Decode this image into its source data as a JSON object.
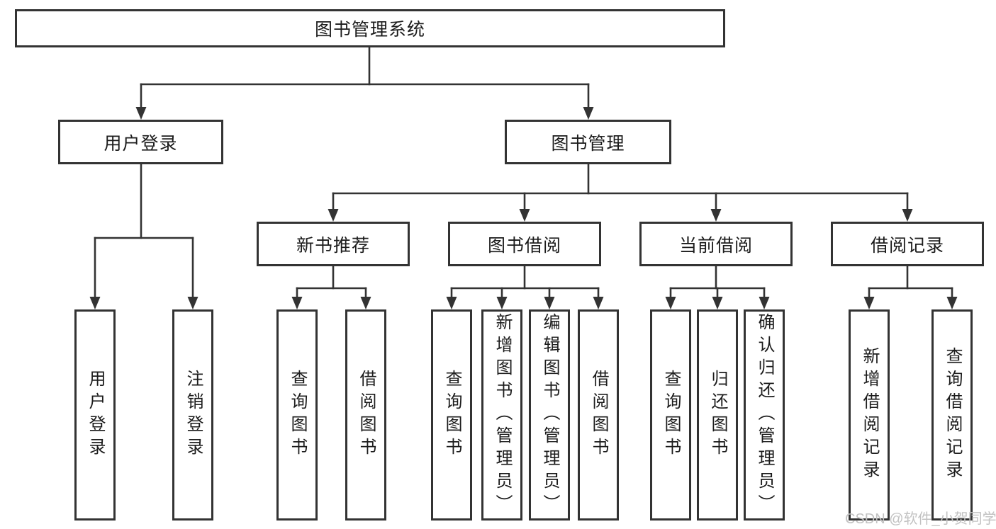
{
  "colors": {
    "line": "#333333",
    "text": "#1c1c1c",
    "watermark": "#c2c2c2",
    "background": "#ffffff"
  },
  "tree": {
    "root": {
      "label": "图书管理系统"
    },
    "branches": [
      {
        "label": "用户登录",
        "children": [
          {
            "label": "用户登录"
          },
          {
            "label": "注销登录"
          }
        ]
      },
      {
        "label": "图书管理",
        "children": [
          {
            "label": "新书推荐",
            "children": [
              {
                "label": "查询图书"
              },
              {
                "label": "借阅图书"
              }
            ]
          },
          {
            "label": "图书借阅",
            "children": [
              {
                "label": "查询图书"
              },
              {
                "label": "新增图书（管理员）"
              },
              {
                "label": "编辑图书（管理员）"
              },
              {
                "label": "借阅图书"
              }
            ]
          },
          {
            "label": "当前借阅",
            "children": [
              {
                "label": "查询图书"
              },
              {
                "label": "归还图书"
              },
              {
                "label": "确认归还（管理员）"
              }
            ]
          },
          {
            "label": "借阅记录",
            "children": [
              {
                "label": "新增借阅记录"
              },
              {
                "label": "查询借阅记录"
              }
            ]
          }
        ]
      }
    ]
  },
  "watermark": {
    "text": "CSDN @软件_小贺同学"
  }
}
